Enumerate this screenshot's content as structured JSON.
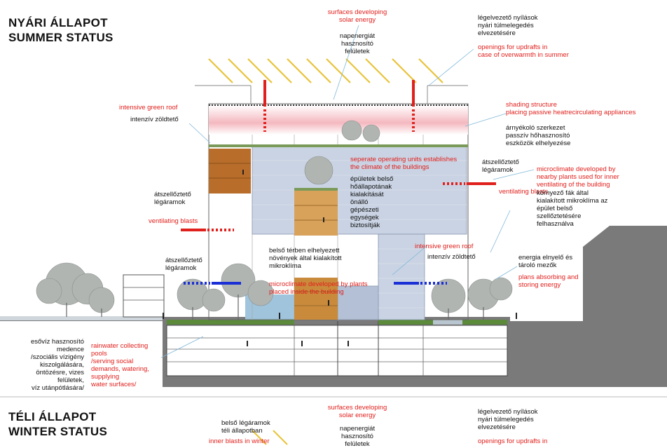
{
  "titles": {
    "summer": "NYÁRI ÁLLAPOT\nSUMMER STATUS",
    "winter": "TÉLI ÁLLAPOT\nWINTER STATUS"
  },
  "colors": {
    "annotation_red": "#e0201c",
    "text_black": "#111111",
    "airflow_red": "#e0201c",
    "airflow_blue": "#1a2fd6",
    "sun_rays": "#e8c43a",
    "leader_lines": "#7fb8d8",
    "green_roof": "#5a8a3a",
    "timber_block": "#b86d2a",
    "glass_facade": "#c9d3e3",
    "terrain": "#7a7a7a"
  },
  "summer": {
    "top_center": {
      "red": "surfaces developing\nsolar energy",
      "black": "napenergiát\nhasznosító\nfelületek"
    },
    "top_right": {
      "black": "légelvezető nyílások\nnyári túlmelegedés\nelvezetésére",
      "red": "openings for updrafts in\ncase of overwarmth in summer"
    },
    "left_roof": {
      "red": "intensive green roof",
      "black": "intenzív zöldtető"
    },
    "left_vent": {
      "black": "átszellőztető\nlégáramok",
      "red": "ventilating blasts"
    },
    "left_lower_vent": {
      "black": "átszellőztető\nlégáramok"
    },
    "shading": {
      "red": "shading structure\nplacing passive heatrecirculating appliances",
      "black": "árnyékoló szerkezet\npasszív hőhasznosító\neszközök elhelyezése"
    },
    "inner_units": {
      "red": "seperate operating units establishes\nthe climate of the buildings",
      "black": "épületek belső\nhőállapotának\nkialakítását\nönálló\ngépészeti\negységek\nbiztosítják"
    },
    "right_vent": {
      "black": "átszellőztető\nlégáramok",
      "red": "ventilating blasts"
    },
    "microclimate_right": {
      "red": "microclimate developed by\nnearby plants used for inner\nventilating of the building",
      "black": "környező fák által\nkialakított mikroklíma az\népület belső\nszellőztetésére\nfelhasználva"
    },
    "middle_roof": {
      "red": "intensive green roof",
      "black": "intenzív zöldtető"
    },
    "inner_plants": {
      "black": "belső térben elhelyezett\nnövények által kialakított\nmikroklíma",
      "red": "microclimate developed by plants\nplaced inside the building"
    },
    "energy": {
      "black": "energia elnyelő és\ntároló mezők",
      "red": "plans absorbing and\nstoring energy"
    },
    "rainwater": {
      "black": "esővíz hasznosító\nmedence\n/szociális vízigény\nkiszolgálására,\nöntözésre, vizes\nfelületek,\nvíz utánpótlására/",
      "red": "rainwater collecting\npools\n/serving social\ndemands, watering,\nsupplying\nwater surfaces/"
    }
  },
  "winter": {
    "top_center": {
      "red": "surfaces developing\nsolar energy",
      "black": "napenergiát\nhasznosító\nfelületek"
    },
    "top_right": {
      "black": "légelvezető nyílások\nnyári túlmelegedés\nelvezetésére",
      "red": "openings for updrafts in"
    },
    "inner_blasts": {
      "black": "belső légáramok\ntéli állapotban",
      "red": "inner blasts in winter"
    }
  }
}
